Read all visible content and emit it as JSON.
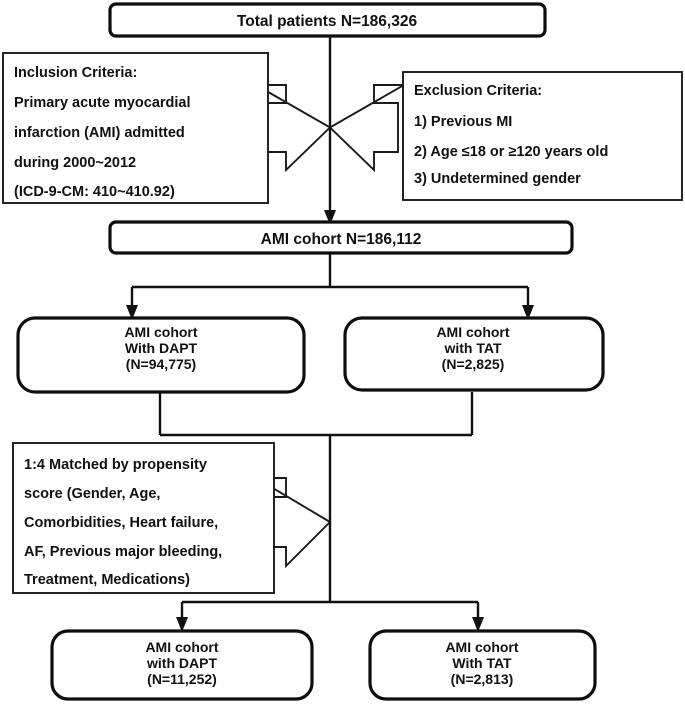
{
  "diagram": {
    "title": "AMI cohort selection flowchart",
    "colors": {
      "stroke": "#111111",
      "fill": "#ffffff",
      "text": "#111111"
    },
    "nodes": {
      "total_patients": {
        "label": "Total patients N=186,326"
      },
      "inclusion": {
        "heading": "Inclusion Criteria:",
        "lines": [
          "Primary acute myocardial",
          "infarction (AMI) admitted",
          "during 2000~2012",
          "(ICD-9-CM: 410~410.92)"
        ]
      },
      "exclusion": {
        "heading": "Exclusion Criteria:",
        "items": [
          "1)  Previous MI",
          "2)  Age ≤18 or  ≥120 years old",
          "3)  Undetermined gender"
        ]
      },
      "ami_cohort": {
        "label": "AMI cohort N=186,112"
      },
      "cohort_dapt": {
        "line1": "AMI cohort",
        "line2": "With DAPT",
        "line3": "(N=94,775)"
      },
      "cohort_tat": {
        "line1": "AMI cohort",
        "line2": "with TAT",
        "line3": "(N=2,825)"
      },
      "matching": {
        "lines": [
          "1:4 Matched by propensity",
          "score (Gender, Age,",
          "Comorbidities, Heart failure,",
          "AF, Previous major bleeding,",
          "Treatment, Medications)"
        ]
      },
      "matched_dapt": {
        "line1": "AMI cohort",
        "line2": "with DAPT",
        "line3": "(N=11,252)"
      },
      "matched_tat": {
        "line1": "AMI cohort",
        "line2": "With TAT",
        "line3": "(N=2,813)"
      }
    }
  }
}
